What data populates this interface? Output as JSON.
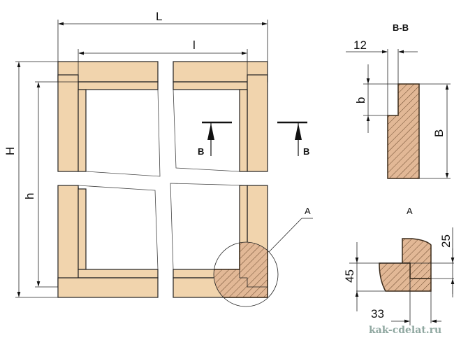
{
  "labels": {
    "L": "L",
    "l": "l",
    "H": "H",
    "h": "h",
    "section_mark_left": "B",
    "section_mark_right": "B",
    "detail_callout": "A",
    "section_title": "B-B",
    "dim_12": "12",
    "dim_b": "b",
    "dim_B": "B",
    "detail_title": "A",
    "dim_25": "25",
    "dim_45": "45",
    "dim_33": "33"
  },
  "watermark": "kak-cdelat.ru",
  "colors": {
    "wood": "#f1d4ad",
    "hatch": "#e2b896"
  }
}
